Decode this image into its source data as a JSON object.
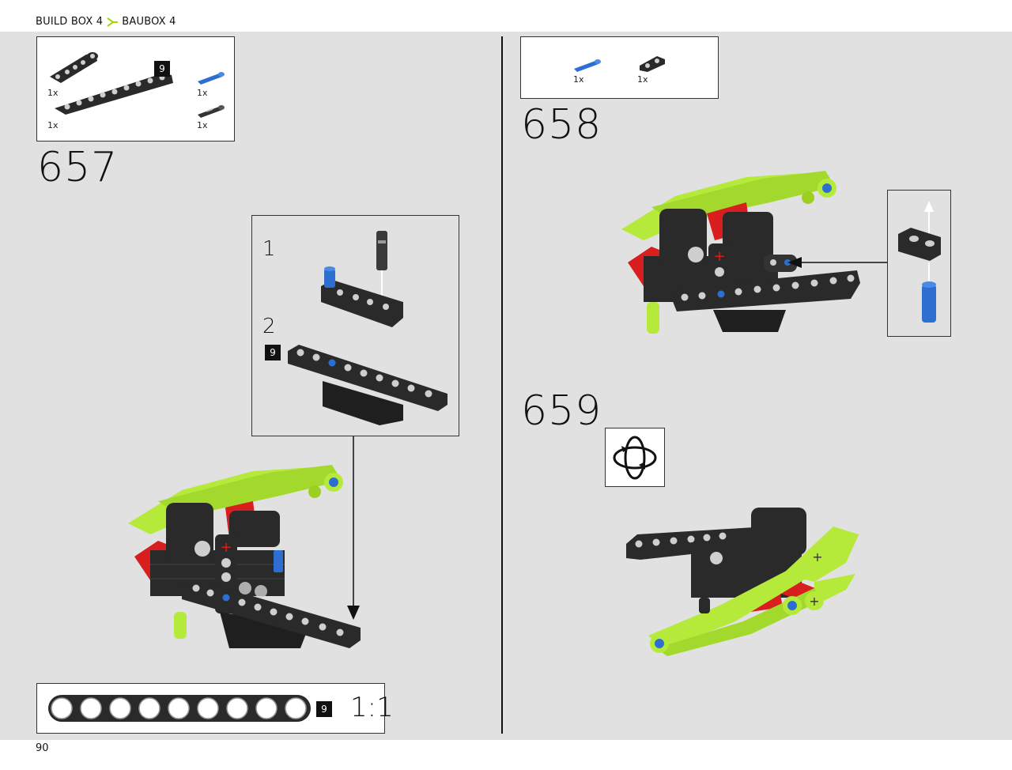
{
  "header": {
    "left_label": "BUILD BOX 4",
    "right_label": "BAUBOX 4",
    "accent_color": "#a6d411"
  },
  "page_number": "90",
  "colors": {
    "page_bg": "#e1e1e1",
    "beam_black": "#2a2a2a",
    "lime": "#b5ea3a",
    "red": "#d81e1e",
    "pin_blue": "#2d6fd0",
    "pin_gray": "#6b6b6b"
  },
  "step_657": {
    "number": "657",
    "parts": [
      {
        "qty": "1x",
        "part": "black L-liftarm 2x4",
        "icon": "l-beam-icon"
      },
      {
        "qty": "1x",
        "part": "black beam 9",
        "icon": "beam-9-icon",
        "length": "9"
      },
      {
        "qty": "1x",
        "part": "blue axle pin",
        "icon": "blue-pin-icon"
      },
      {
        "qty": "1x",
        "part": "black friction pin",
        "icon": "black-pin-icon"
      }
    ],
    "sub_steps": [
      {
        "label": "1"
      },
      {
        "label": "2",
        "badge": "9"
      }
    ]
  },
  "step_658": {
    "number": "658",
    "parts": [
      {
        "qty": "1x",
        "part": "blue axle pin",
        "icon": "blue-pin-icon"
      },
      {
        "qty": "1x",
        "part": "black beam 2",
        "icon": "beam-2-icon"
      }
    ]
  },
  "step_659": {
    "number": "659",
    "rotate_icon": "rotate-model-icon"
  },
  "ruler": {
    "holes": 9,
    "badge": "9",
    "scale": "1:1"
  }
}
